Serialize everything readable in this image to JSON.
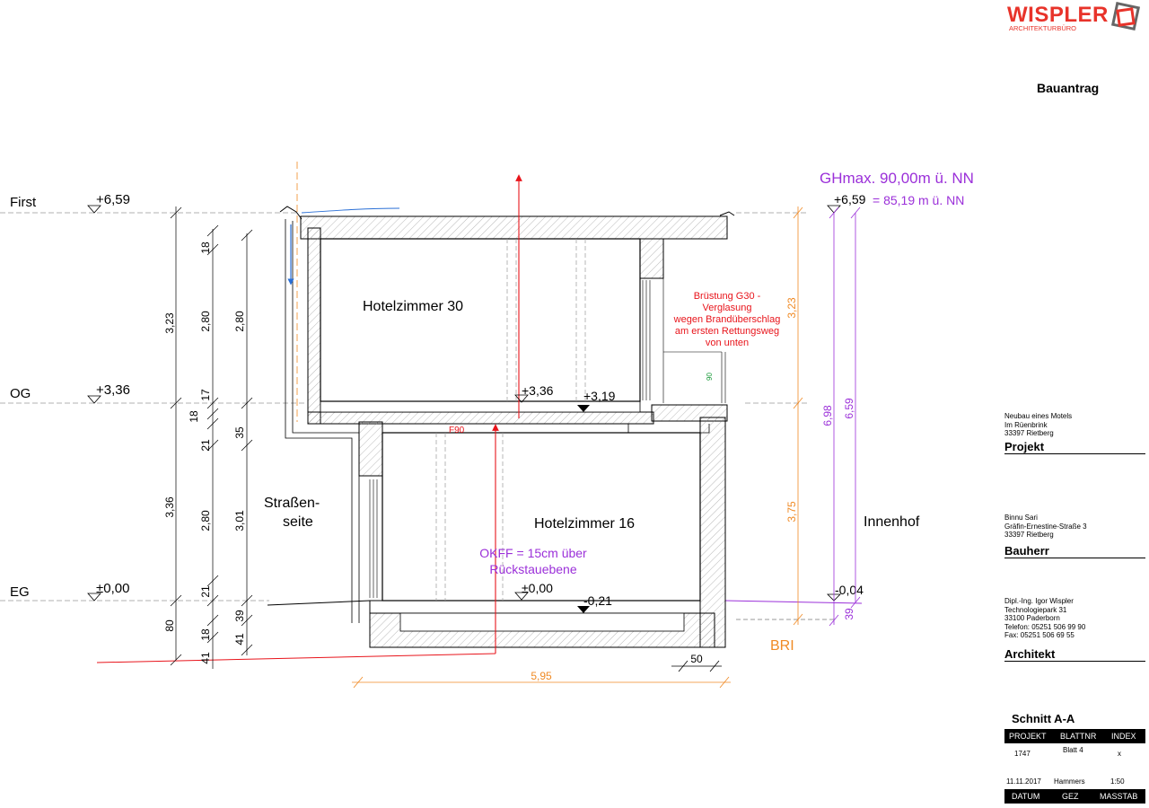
{
  "logo": {
    "name": "WISPLER",
    "subtitle": "ARCHITEKTURBÜRO",
    "color": "#e8332a"
  },
  "document_type": "Bauantrag",
  "levels": [
    {
      "name": "First",
      "elevation": "+6,59"
    },
    {
      "name": "OG",
      "elevation": "+3,36"
    },
    {
      "name": "EG",
      "elevation": "±0,00"
    }
  ],
  "rooms": {
    "upper": "Hotelzimmer 30",
    "lower": "Hotelzimmer 16"
  },
  "sides": {
    "street_line1": "Straßen-",
    "street_line2": "seite",
    "courtyard": "Innenhof"
  },
  "annotations": {
    "ghmax": "GHmax. 90,00m ü. NN",
    "nn_value": "= 85,19 m ü. NN",
    "ridge_right": "+6,59",
    "bruestung": [
      "Brüstung G30 -",
      "Verglasung",
      "wegen Brandüberschlag",
      "am ersten Rettungsweg",
      "von unten"
    ],
    "okff": [
      "OKFF = 15cm über",
      "Rückstauebene"
    ],
    "f90": "F90",
    "bri": "BRI",
    "og_floor": "+3,36",
    "og_slab": "+3,19",
    "eg_floor": "±0,00",
    "eg_slab": "-0,21",
    "terrain_right": "-0,04",
    "parapet_90": "90"
  },
  "dimensions_left": {
    "outer": [
      "3,23",
      "3,36",
      "80"
    ],
    "middle": [
      "18",
      "2,80",
      "17",
      "18",
      "21",
      "2,80",
      "21",
      "18",
      "41"
    ],
    "inner": [
      "2,80",
      "35",
      "3,01",
      "39",
      "41"
    ]
  },
  "dimensions_right": {
    "orange": [
      "3,23",
      "3,75"
    ],
    "purple": [
      "6,98",
      "6,59"
    ],
    "small": "39"
  },
  "dimensions_bottom": {
    "width": "5,95",
    "wall": "50"
  },
  "title_block": {
    "project_text": "Neubau eines Motels\nIm Rüenbrink\n33397 Rietberg",
    "project_label": "Projekt",
    "owner_text": "Binnu Sari\nGräfin-Ernestine-Straße 3\n33397 Rietberg",
    "owner_label": "Bauherr",
    "architect_text": "Dipl.-Ing. Igor Wispler\nTechnologiepark 31\n33100 Paderborn\nTelefon: 05251 506 99 90\nFax: 05251 506 69 55",
    "architect_label": "Architekt",
    "sheet_title": "Schnitt A-A",
    "headers": [
      "PROJEKT",
      "BLATTNR",
      "INDEX"
    ],
    "values": [
      "1747",
      "Blatt 4",
      "x"
    ],
    "date": "11.11.2017",
    "drawn_by": "Hammers",
    "scale": "1:50",
    "footer": [
      "DATUM",
      "GEZ",
      "MASSTAB"
    ]
  },
  "colors": {
    "dim_orange": "#f08a24",
    "purple": "#9b30d9",
    "red": "#e8141b",
    "blue": "#2a6fd6",
    "green": "#1a9a3a"
  }
}
